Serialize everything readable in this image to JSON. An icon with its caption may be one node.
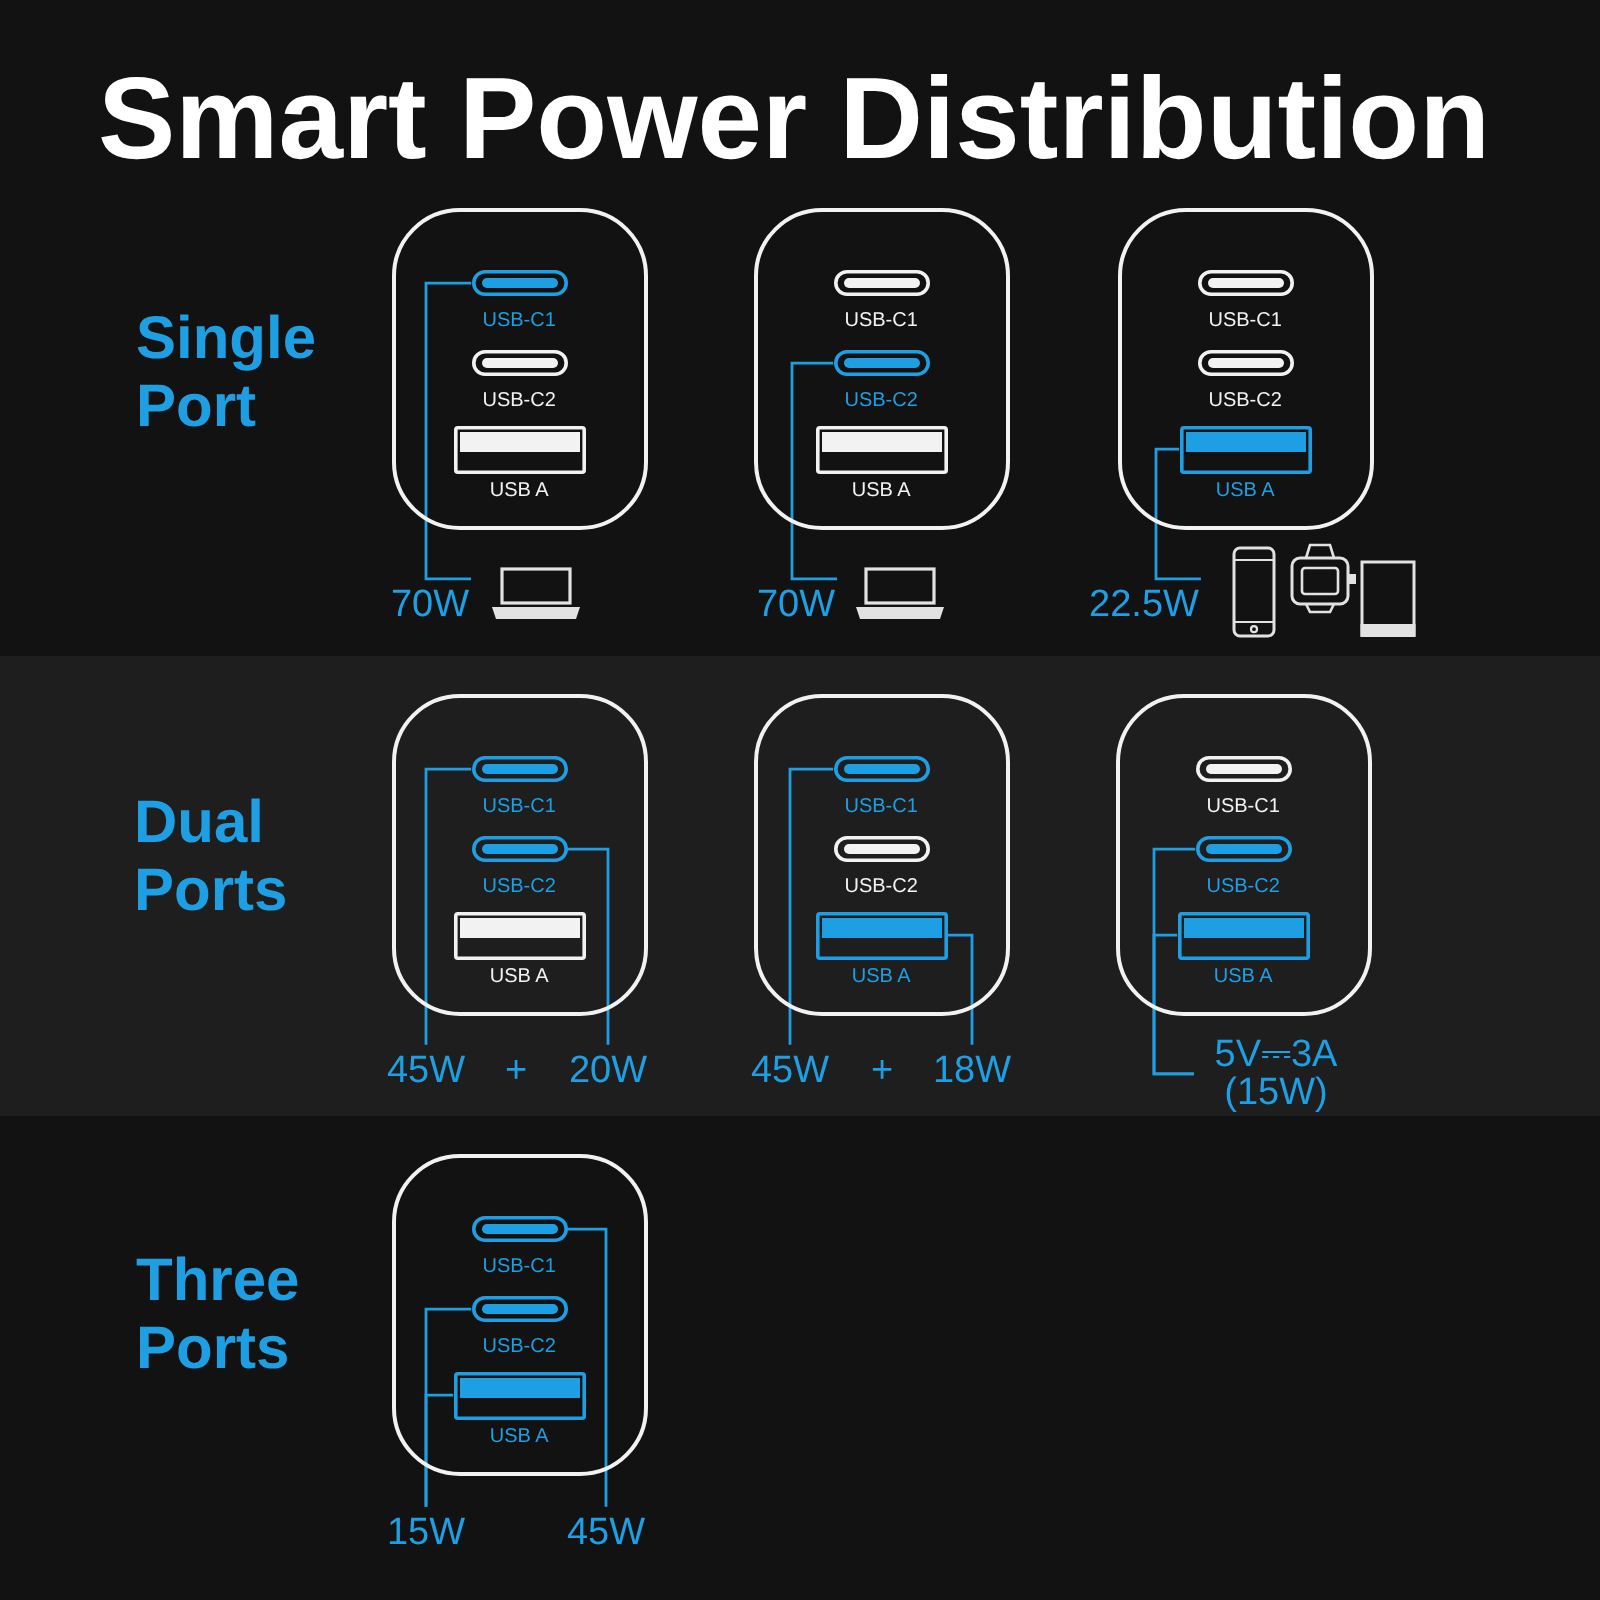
{
  "diagram": {
    "title": "Smart Power Distribution",
    "nodes": [
      {
        "text": [],
        "shape": "box"
      },
      {
        "text": [
          "USB-C1"
        ],
        "in": 0
      },
      {
        "text": [
          "USB-C2"
        ],
        "in": 0
      },
      {
        "text": [
          "USB A"
        ],
        "in": 0
      },
      {
        "text": [],
        "shape": "box"
      },
      {
        "text": [
          "USB-C1"
        ],
        "in": 4
      },
      {
        "text": [
          "USB-C2"
        ],
        "in": 4
      },
      {
        "text": [
          "USB A"
        ],
        "in": 4
      },
      {
        "text": [],
        "shape": "box"
      },
      {
        "text": [
          "USB-C1"
        ],
        "in": 8
      },
      {
        "text": [
          "USB-C2"
        ],
        "in": 8
      },
      {
        "text": [
          "USB A"
        ],
        "in": 8
      },
      {
        "text": [
          "70W"
        ]
      },
      {
        "text": [
          "70W"
        ]
      },
      {
        "text": [
          "22.5W"
        ]
      },
      {
        "text": [
          "Dual Ports"
        ]
      },
      {
        "text": [],
        "shape": "box",
        "in": 15
      },
      {
        "text": [
          "USB-C1"
        ],
        "in": 16
      },
      {
        "text": [
          "USB-C2"
        ],
        "in": 16
      },
      {
        "text": [
          "USB A"
        ],
        "in": 16
      },
      {
        "text": [],
        "shape": "box",
        "in": 15
      },
      {
        "text": [
          "USB-C1"
        ],
        "in": 20
      },
      {
        "text": [
          "USB-C2"
        ],
        "in": 20
      },
      {
        "text": [
          "USB A"
        ],
        "in": 20
      },
      {
        "text": [],
        "shape": "box",
        "in": 15
      },
      {
        "text": [
          "USB-C1"
        ],
        "in": 24
      },
      {
        "text": [
          "USB-C2"
        ],
        "in": 24
      },
      {
        "text": [
          "USB A"
        ],
        "in": 24
      },
      {
        "text": [
          "45W"
        ],
        "in": 15
      },
      {
        "text": [
          "20W"
        ],
        "in": 15
      },
      {
        "text": [
          "45W"
        ],
        "in": 15
      },
      {
        "text": [
          "18W"
        ],
        "in": 15
      },
      {
        "text": [
          "5V⎓3A (15W)"
        ],
        "in": 15
      },
      {
        "text": [],
        "shape": "box"
      },
      {
        "text": [
          "USB-C1"
        ],
        "in": 33
      },
      {
        "text": [
          "USB-C2"
        ],
        "in": 33
      },
      {
        "text": [
          "USB A"
        ],
        "in": 33
      },
      {
        "text": [
          "15W"
        ]
      },
      {
        "text": [
          "45W"
        ]
      }
    ],
    "edges": [
      {
        "from": 1,
        "to": 12,
        "arrow": "none"
      },
      {
        "from": 6,
        "to": 13,
        "arrow": "none"
      },
      {
        "from": 11,
        "to": 14,
        "arrow": "none"
      },
      {
        "from": 17,
        "to": 28,
        "arrow": "none"
      },
      {
        "from": 18,
        "to": 29,
        "arrow": "none"
      },
      {
        "from": 21,
        "to": 30,
        "arrow": "none"
      },
      {
        "from": 23,
        "to": 31,
        "arrow": "none"
      },
      {
        "from": 26,
        "to": 32,
        "arrow": "none"
      },
      {
        "from": 27,
        "to": 32,
        "arrow": "none"
      },
      {
        "from": 34,
        "to": 38,
        "arrow": "none"
      },
      {
        "from": 35,
        "to": 37,
        "arrow": "none"
      },
      {
        "from": 36,
        "to": 37,
        "arrow": "none"
      }
    ],
    "labels": [
      "Single Port",
      "+",
      "+",
      "Three Ports"
    ]
  }
}
